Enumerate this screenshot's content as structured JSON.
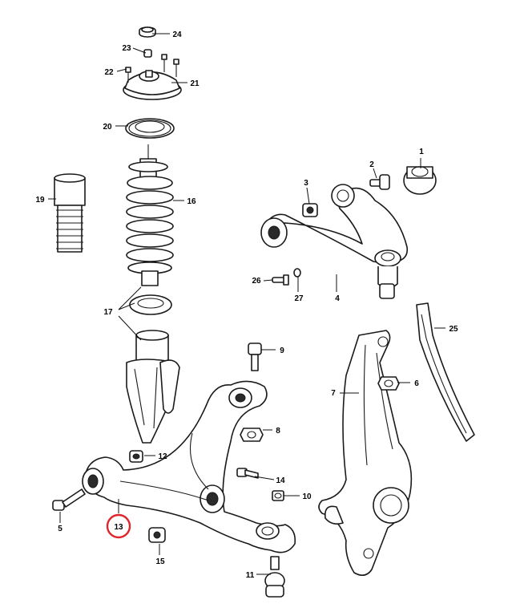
{
  "callouts": [
    "1",
    "2",
    "3",
    "4",
    "5",
    "6",
    "7",
    "8",
    "9",
    "10",
    "11",
    "12",
    "13",
    "14",
    "15",
    "16",
    "17",
    "19",
    "20",
    "21",
    "22",
    "23",
    "24",
    "25",
    "26",
    "27"
  ],
  "highlighted_callout": "13",
  "colors": {
    "line": "#1a1a1a",
    "highlight": "#e0262b",
    "background": "#ffffff"
  }
}
